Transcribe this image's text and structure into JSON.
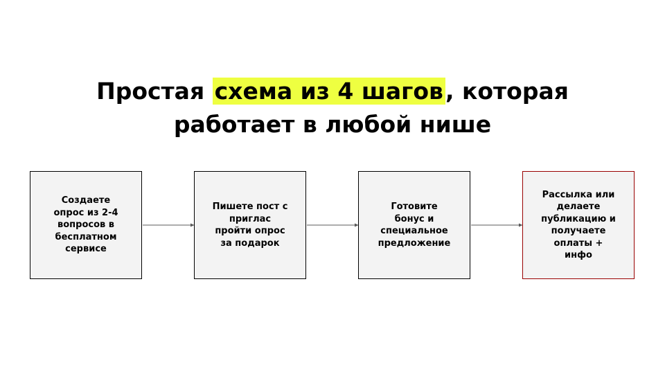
{
  "title": {
    "before": "Простая ",
    "highlight": "схема из 4 шагов",
    "after": ", которая",
    "line2": "работает в любой нише"
  },
  "colors": {
    "highlight": "#eeff41",
    "box_fill": "#f3f3f3",
    "box_border": "#000000",
    "last_box_border": "#990000",
    "arrow": "#595959"
  },
  "steps": [
    {
      "text": "Создаете\nопрос из 2-4\nвопросов в\nбесплатном\nсервисе"
    },
    {
      "text": "Пишете пост с\nприглас\nпройти опрос\nза подарок"
    },
    {
      "text": "Готовите\nбонус и\nспециальное\nпредложение"
    },
    {
      "text": "Рассылка или\nделаете\nпубликацию и\nполучаете\nоплаты +\nинфо"
    }
  ]
}
